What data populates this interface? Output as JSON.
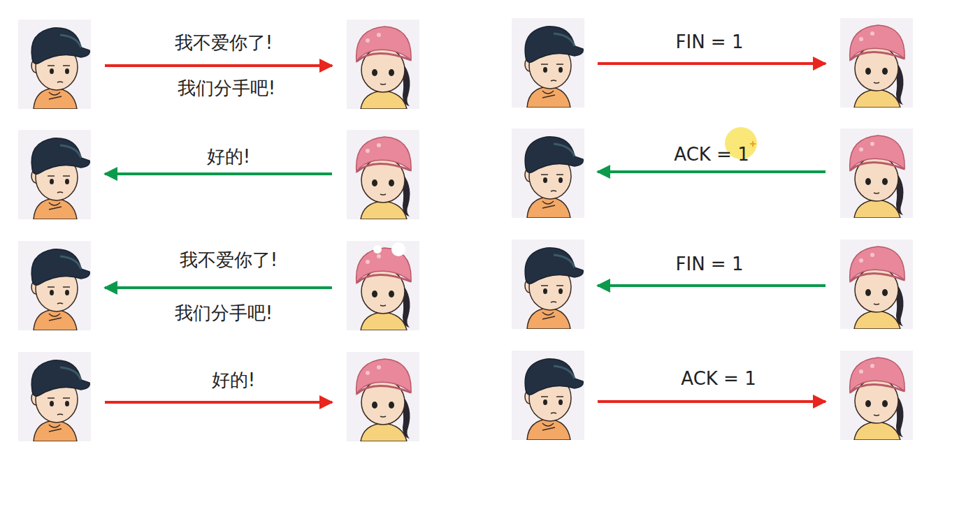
{
  "diagram": {
    "labels": [
      "我不爱你了!",
      "我们分手吧!",
      "FIN = 1",
      "好的!",
      "ACK = 1",
      "我不爱你了!",
      "我们分手吧!",
      "FIN = 1",
      "好的!",
      "ACK = 1"
    ]
  }
}
